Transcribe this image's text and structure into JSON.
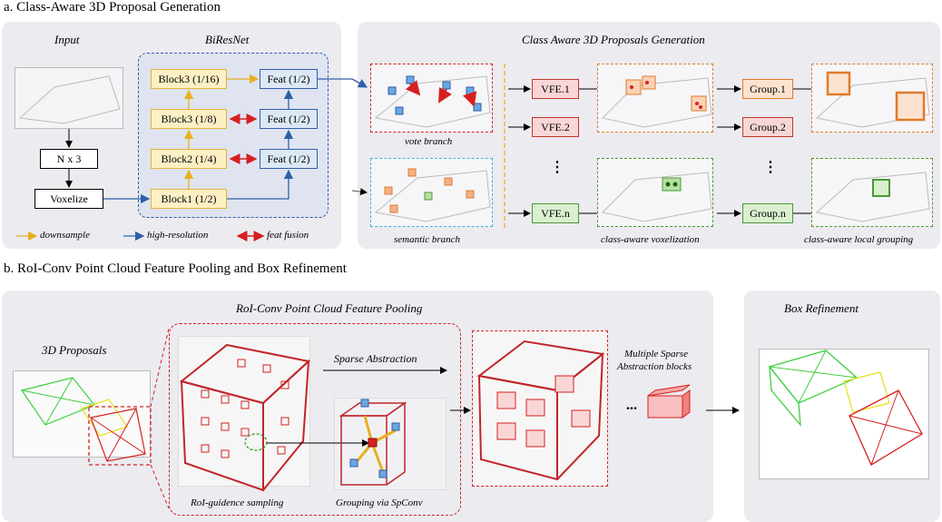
{
  "section_a": {
    "title": "a. Class-Aware 3D Proposal Generation",
    "input_label": "Input",
    "biresnet_label": "BiResNet",
    "nx3": "N x 3",
    "voxelize": "Voxelize",
    "blocks": [
      "Block3 (1/16)",
      "Block3 (1/8)",
      "Block2 (1/4)",
      "Block1 (1/2)"
    ],
    "feats": [
      "Feat (1/2)",
      "Feat (1/2)",
      "Feat (1/2)"
    ],
    "legend": {
      "downsample": "downsample",
      "high_resolution": "high-resolution",
      "feat_fusion": "feat fusion"
    },
    "right_title": "Class Aware 3D Proposals Generation",
    "vote_branch": "vote branch",
    "semantic_branch": "semantic branch",
    "vfe": [
      "VFE.1",
      "VFE.2",
      "VFE.n"
    ],
    "groups": [
      "Group.1",
      "Group.2",
      "Group.n"
    ],
    "dots": "⋮",
    "class_aware_voxelization": "class-aware voxelization",
    "class_aware_local_grouping": "class-aware local grouping"
  },
  "section_b": {
    "title": "b. RoI-Conv Point Cloud Feature Pooling and Box Refinement",
    "pooling_title": "RoI-Conv Point Cloud Feature Pooling",
    "proposals_label": "3D Proposals",
    "sparse_abstraction": "Sparse Abstraction",
    "multiple_blocks": [
      "Multiple Sparse",
      "Abstraction blocks"
    ],
    "ellipsis": "...",
    "roi_sampling": "RoI-guidence sampling",
    "grouping_spconv": "Grouping via SpConv",
    "box_refinement": "Box Refinement"
  },
  "colors": {
    "yellow": "#e0b43c",
    "blue": "#2f5fa8",
    "red": "#d62020",
    "orange": "#e07b2a",
    "green": "#4a9a32",
    "cyan": "#3cb4d8",
    "panel": "#ebebf0"
  }
}
